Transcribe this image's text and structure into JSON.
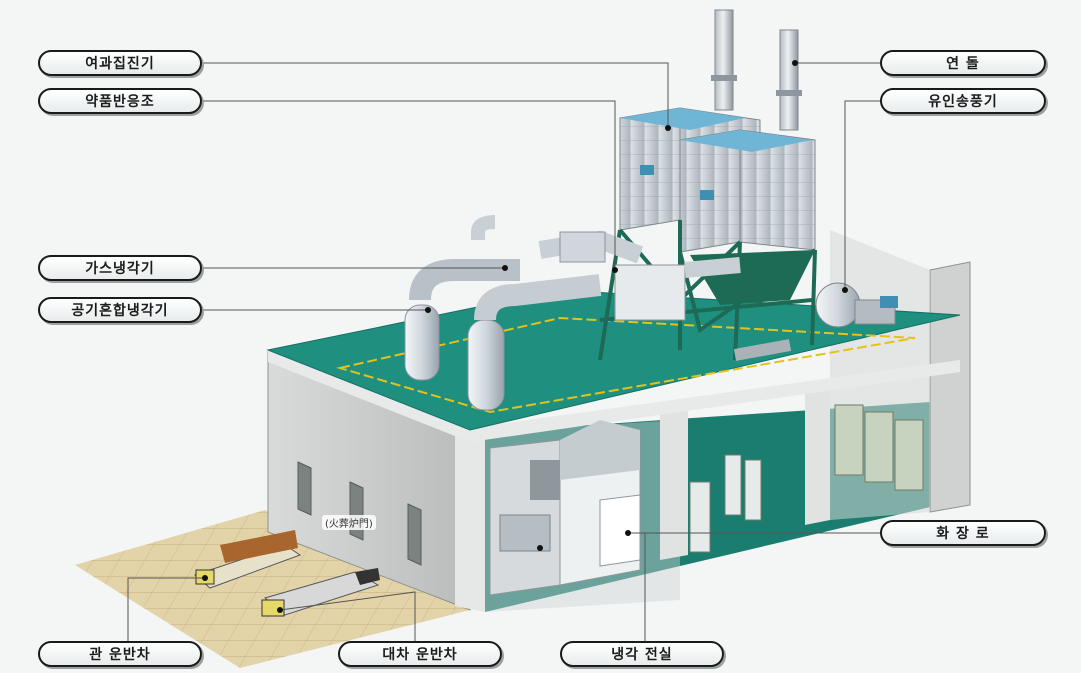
{
  "labels": {
    "filter_dust_collector": "여과집진기",
    "chemical_reactor": "약품반응조",
    "gas_cooler": "가스냉각기",
    "air_mix_cooler": "공기혼합냉각기",
    "chimney": "연   돌",
    "induced_fan": "유인송풍기",
    "cremation_furnace": "화 장 로",
    "coffin_carrier": "관 운반차",
    "cart_carrier": "대차 운반차",
    "cooling_room": "냉각 전실",
    "furnace_door_tag": "(火葬炉門)"
  },
  "colors": {
    "floor_teal": "#1f8f80",
    "wall_gray": "#c9cccb",
    "steel_green": "#1d6b55",
    "bag_blue": "#6fb6d6",
    "safety_yellow": "#e3c21c"
  }
}
